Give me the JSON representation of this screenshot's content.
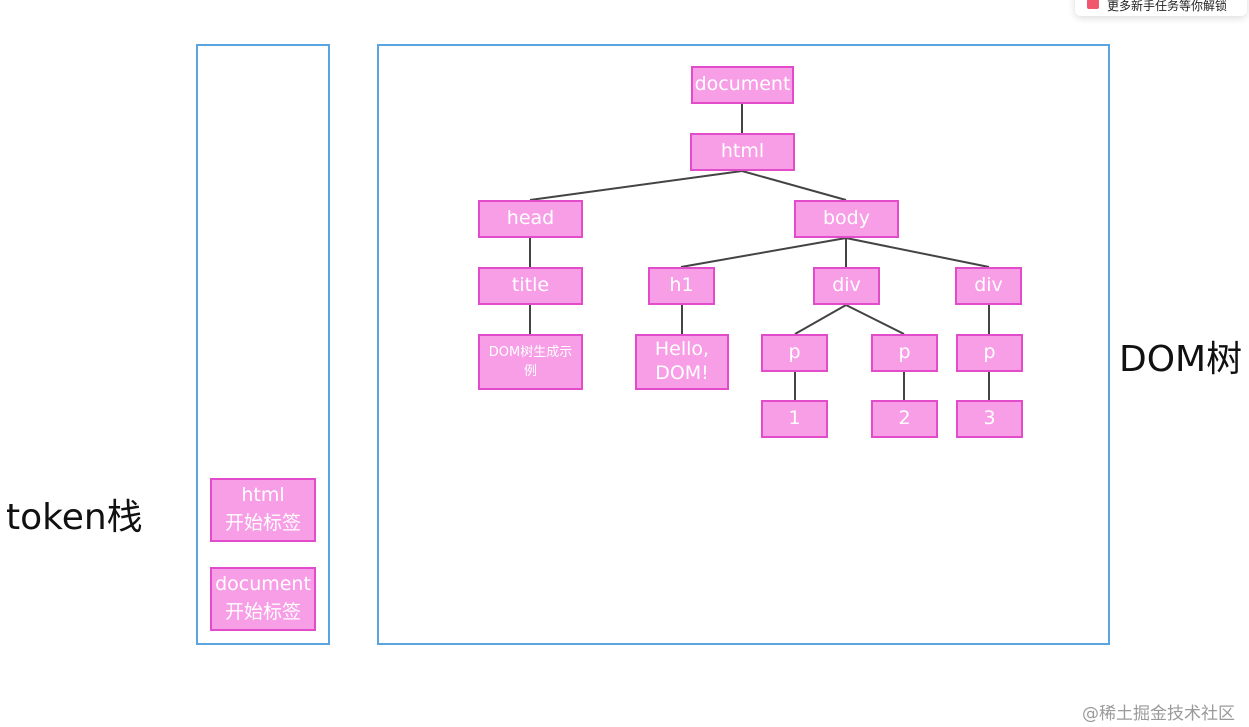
{
  "toast": {
    "text": "更多新手任务等你解锁",
    "icon": "gift-icon"
  },
  "labels": {
    "token_stack": "token栈",
    "dom_tree": "DOM树"
  },
  "watermark": "@稀土掘金技术社区",
  "token_stack": [
    {
      "line1": "html",
      "line2": "开始标签"
    },
    {
      "line1": "document",
      "line2": "开始标签"
    }
  ],
  "tree": {
    "document": "document",
    "html": "html",
    "head": "head",
    "body": "body",
    "title": "title",
    "title_text": "DOM树生成示例",
    "h1": "h1",
    "h1_text": "Hello, DOM!",
    "div1": "div",
    "div2": "div",
    "p1": "p",
    "p2": "p",
    "p3": "p",
    "t1": "1",
    "t2": "2",
    "t3": "3"
  },
  "colors": {
    "frame": "#5aa4e0",
    "node_fill": "#f79ee6",
    "node_border": "#e24ccb",
    "edge": "#444444"
  }
}
